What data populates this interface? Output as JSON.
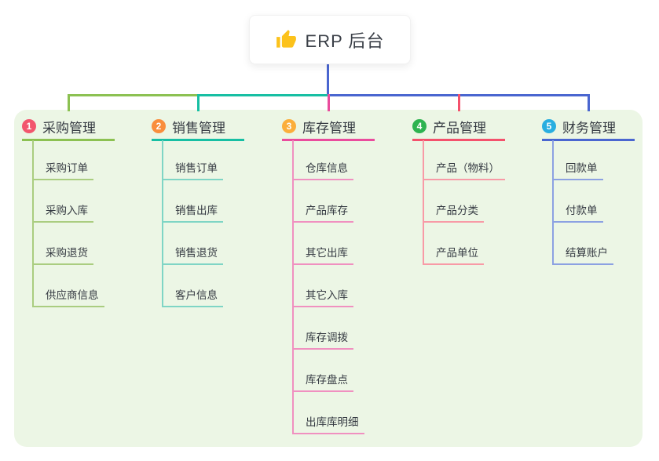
{
  "root": {
    "label": "ERP 后台",
    "icon": "thumbs-up-icon",
    "icon_color": "#fcc21b"
  },
  "panel": {
    "bg_color": "#ecf6e5"
  },
  "connector": {
    "trunk_color": "#4a66d0"
  },
  "text_color": "#353a42",
  "branches": [
    {
      "num": "1",
      "label": "采购管理",
      "badge_color": "#f2566e",
      "line_color": "#8cc152",
      "child_line_color": "#aacd80",
      "children": [
        "采购订单",
        "采购入库",
        "采购退货",
        "供应商信息"
      ]
    },
    {
      "num": "2",
      "label": "销售管理",
      "badge_color": "#f98e3d",
      "line_color": "#17bfa3",
      "child_line_color": "#7fd5c5",
      "children": [
        "销售订单",
        "销售出库",
        "销售退货",
        "客户信息"
      ]
    },
    {
      "num": "3",
      "label": "库存管理",
      "badge_color": "#fbae3c",
      "line_color": "#ea4c9d",
      "child_line_color": "#f090c0",
      "children": [
        "仓库信息",
        "产品库存",
        "其它出库",
        "其它入库",
        "库存调拨",
        "库存盘点",
        "出库库明细"
      ]
    },
    {
      "num": "4",
      "label": "产品管理",
      "badge_color": "#2eb350",
      "line_color": "#f4516c",
      "child_line_color": "#f89aa6",
      "children": [
        "产品（物料）",
        "产品分类",
        "产品单位"
      ]
    },
    {
      "num": "5",
      "label": "财务管理",
      "badge_color": "#29aee0",
      "line_color": "#4a66d0",
      "child_line_color": "#8ca1e2",
      "children": [
        "回款单",
        "付款单",
        "结算账户"
      ]
    }
  ]
}
